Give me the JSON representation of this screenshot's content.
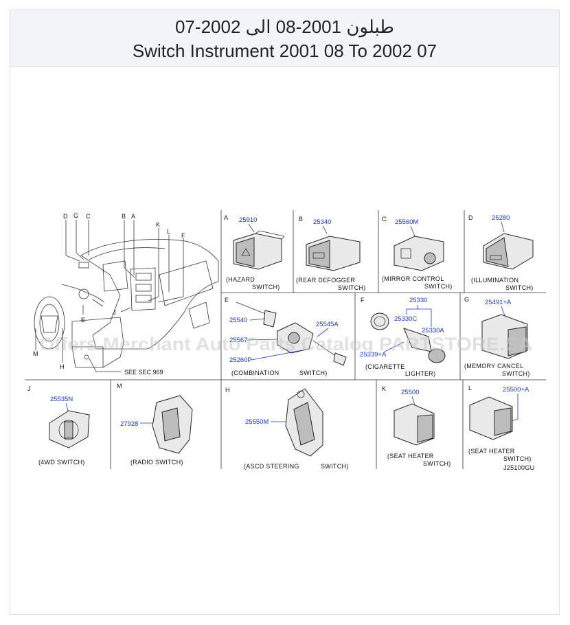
{
  "header": {
    "title_ar": "طبلون 2001-08 الى 2002-07",
    "title_en": "Switch Instrument 2001 08 To 2002 07"
  },
  "watermark": "Offers Merchant Auto Parts Catalog PARTSTORE.SA",
  "overview": {
    "letters": {
      "D": "D",
      "G": "G",
      "C": "C",
      "B": "B",
      "A": "A",
      "K": "K",
      "L": "L",
      "F": "F",
      "E": "E",
      "J": "J",
      "M": "M",
      "H": "H"
    },
    "see_note": "SEE  SEC.969"
  },
  "panels": {
    "a": {
      "letter": "A",
      "pn": "25910",
      "cap1": "(HAZARD",
      "cap2": "SWITCH)"
    },
    "b": {
      "letter": "B",
      "pn": "25340",
      "cap1": "(REAR  DEFOGGER",
      "cap2": "SWITCH)"
    },
    "c": {
      "letter": "C",
      "pn": "25560M",
      "cap1": "(MIRROR  CONTROL",
      "cap2": "SWITCH)"
    },
    "d": {
      "letter": "D",
      "pn": "25280",
      "cap1": "(ILLUMINATION",
      "cap2": "SWITCH)"
    },
    "e": {
      "letter": "E",
      "pn1": "25540",
      "pn2": "25567",
      "pn3": "25545A",
      "pn4": "25260P",
      "cap1": "(COMBINATION",
      "cap2": "SWITCH)"
    },
    "f": {
      "letter": "F",
      "pn1": "25330",
      "pn2": "25330C",
      "pn3": "25330A",
      "pn4": "25339+A",
      "cap1": "(CIGARETTE",
      "cap2": "LIGHTER)"
    },
    "g": {
      "letter": "G",
      "pn": "25491+A",
      "cap1": "(MEMORY  CANCEL",
      "cap2": "SWITCH)"
    },
    "j": {
      "letter": "J",
      "pn": "25535N",
      "cap1": "(4WD   SWITCH)"
    },
    "m": {
      "letter": "M",
      "pn": "27928",
      "cap1": "(RADIO   SWITCH)"
    },
    "h": {
      "letter": "H",
      "pn": "25550M",
      "cap1": "(ASCD   STEERING",
      "cap2": "SWITCH)"
    },
    "k": {
      "letter": "K",
      "pn": "25500",
      "cap1": "(SEAT   HEATER",
      "cap2": "SWITCH)"
    },
    "l": {
      "letter": "L",
      "pn": "25500+A",
      "cap1": "(SEAT   HEATER",
      "cap2": "SWITCH)",
      "code": "J25100GU"
    }
  }
}
